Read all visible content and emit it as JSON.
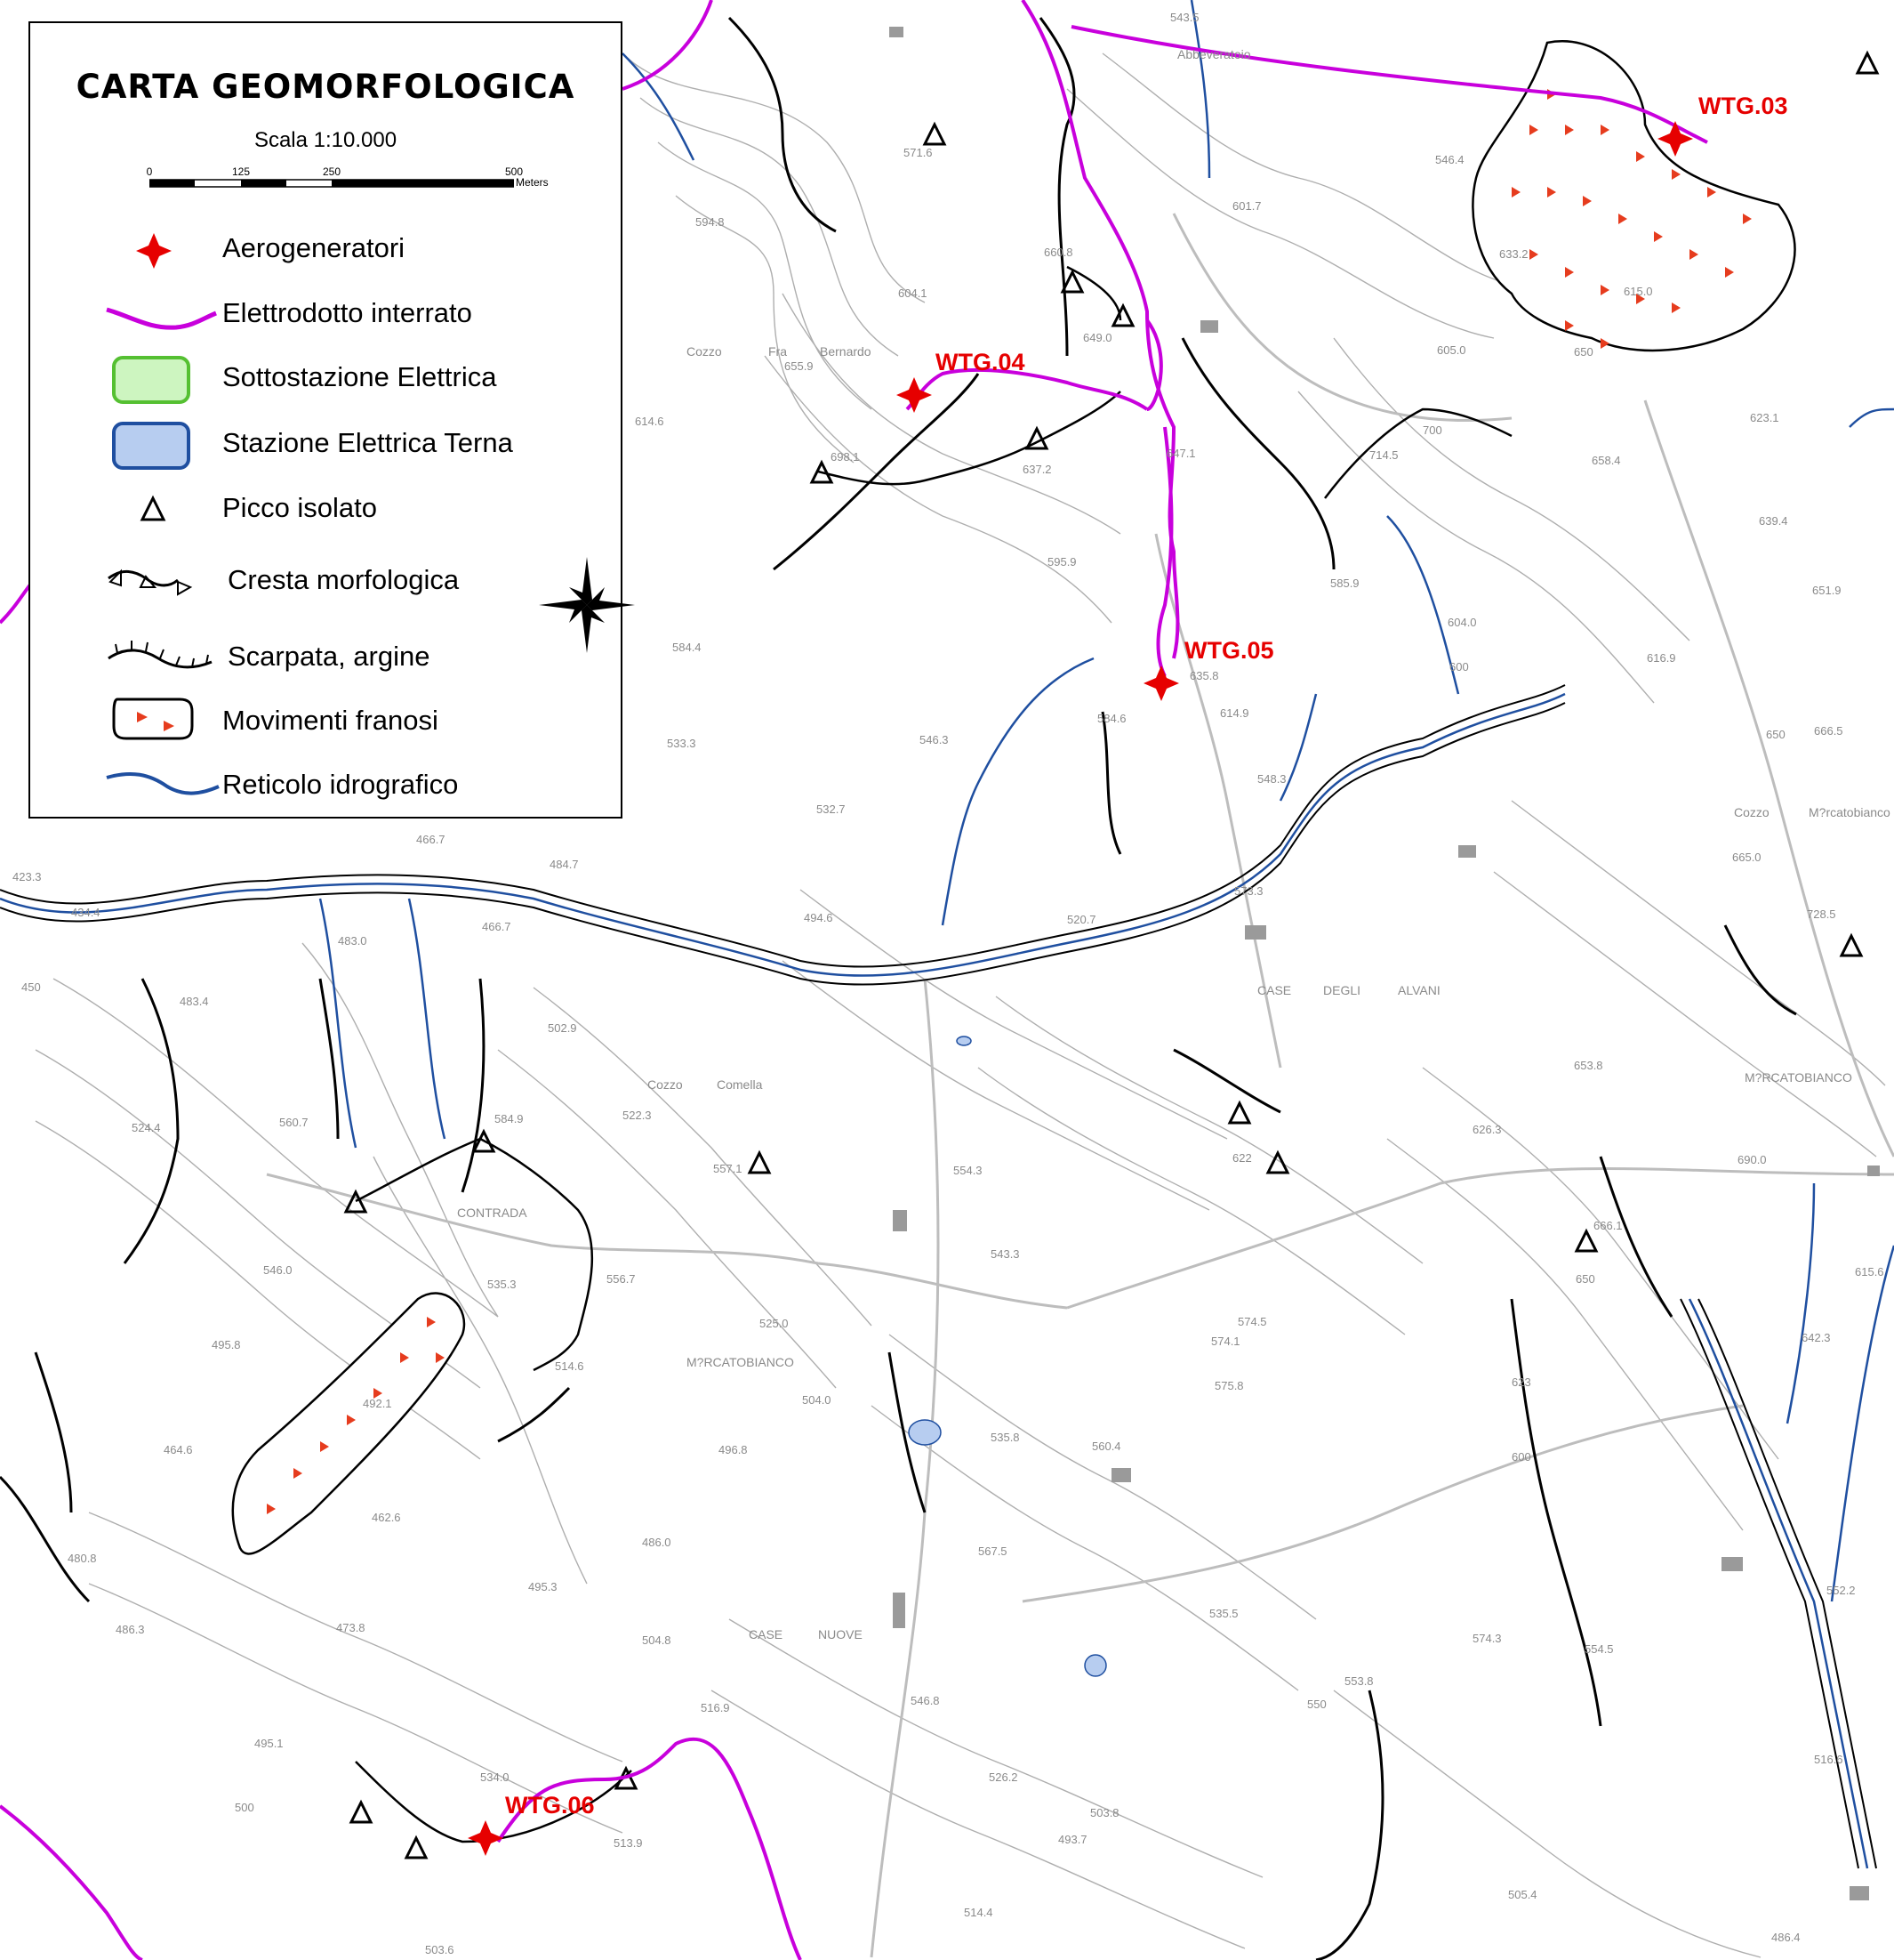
{
  "legend": {
    "title": "CARTA GEOMORFOLOGICA",
    "scale": "Scala 1:10.000",
    "scalebar": {
      "ticks": [
        "0",
        "125",
        "250",
        "500"
      ],
      "unit": "Meters"
    },
    "items": [
      {
        "label": "Aerogeneratori",
        "icon": "red-star-icon",
        "color": "#e60000"
      },
      {
        "label": "Elettrodotto interrato",
        "icon": "magenta-line-icon",
        "color": "#c800dc"
      },
      {
        "label": "Sottostazione Elettrica",
        "icon": "green-box-icon",
        "color": "#55c032"
      },
      {
        "label": "Stazione Elettrica Terna",
        "icon": "blue-box-icon",
        "color": "#1f4fa0"
      },
      {
        "label": "Picco isolato",
        "icon": "triangle-icon",
        "color": "#000000"
      },
      {
        "label": "Cresta morfologica",
        "icon": "crest-line-icon",
        "color": "#000000"
      },
      {
        "label": "Scarpata, argine",
        "icon": "scarp-line-icon",
        "color": "#000000"
      },
      {
        "label": "Movimenti franosi",
        "icon": "landslide-icon",
        "color": "#e63c1e"
      },
      {
        "label": "Reticolo idrografico",
        "icon": "river-line-icon",
        "color": "#1f4fa0"
      }
    ]
  },
  "turbines": [
    {
      "id": "WTG.03"
    },
    {
      "id": "WTG.04"
    },
    {
      "id": "WTG.05"
    },
    {
      "id": "WTG.06"
    }
  ],
  "place_names": [
    "Abbeveratoio",
    "Cozzo",
    "Fra",
    "Bernardo",
    "Comella",
    "CONTRADA",
    "M?RCATOBIANCO",
    "CASE",
    "DEGLI",
    "ALVANI",
    "NUOVE",
    "M?rcatobianco"
  ],
  "elevations": [
    "543.5",
    "571.6",
    "601.7",
    "546.4",
    "594.8",
    "604.1",
    "660.8",
    "649.0",
    "655.9",
    "614.6",
    "698.1",
    "637.2",
    "647.1",
    "714.5",
    "700",
    "605.0",
    "623.1",
    "658.4",
    "639.4",
    "651.9",
    "616.9",
    "604.0",
    "600",
    "635.8",
    "614.9",
    "585.9",
    "595.9",
    "584.4",
    "546.3",
    "533.3",
    "532.7",
    "584.6",
    "548.3",
    "573.3",
    "520.7",
    "494.6",
    "484.7",
    "466.7",
    "466.7",
    "483.0",
    "483.4",
    "502.9",
    "522.3",
    "560.7",
    "584.9",
    "524.4",
    "557.1",
    "554.3",
    "543.3",
    "546.0",
    "556.7",
    "535.3",
    "525.0",
    "495.8",
    "514.6",
    "492.1",
    "504.0",
    "496.8",
    "535.8",
    "560.4",
    "464.6",
    "462.6",
    "486.0",
    "567.5",
    "495.3",
    "473.8",
    "504.8",
    "516.9",
    "546.8",
    "486.3",
    "480.8",
    "495.1",
    "534.0",
    "513.9",
    "500",
    "526.2",
    "503.8",
    "493.7",
    "514.4",
    "503.6",
    "574.3",
    "554.5",
    "553.8",
    "535.5",
    "550",
    "505.4",
    "486.4",
    "516.6",
    "552.2",
    "600",
    "623",
    "642.3",
    "615.6",
    "690.0",
    "666.1",
    "650",
    "626.3",
    "622",
    "653.8",
    "574.5",
    "574.1",
    "575.8",
    "665.0",
    "666.5",
    "650",
    "728.5",
    "423.3",
    "434.4",
    "450",
    "615.0",
    "633.2",
    "650"
  ]
}
